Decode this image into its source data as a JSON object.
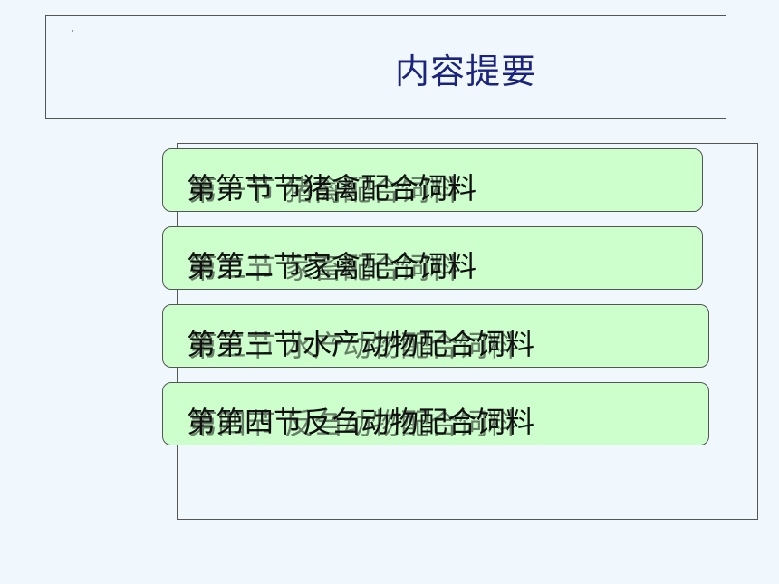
{
  "header": {
    "title": "内容提要",
    "dot": "·"
  },
  "sections": [
    {
      "label": "第第节节猪禽配合饲料",
      "overlap": "第一节 猪禽配合饲料"
    },
    {
      "label": "第第二节家禽配合饲料",
      "overlap": "第二节 家畜配合饲料"
    },
    {
      "label": "第第三节水产动物配合饲料",
      "overlap": "第三节 水产动物配合饲料"
    },
    {
      "label": "第第四节反刍动物配合饲料",
      "overlap": "第四节 反刍动物配合饲料"
    }
  ]
}
